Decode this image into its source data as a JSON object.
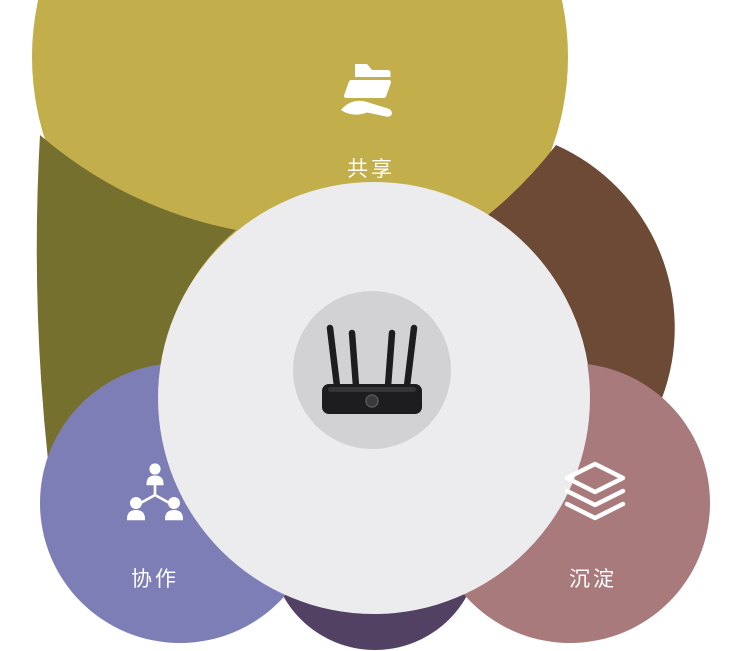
{
  "page": {
    "background": "#ffffff"
  },
  "diagram": {
    "title": "router-capability-flower",
    "center": {
      "icon": "wifi-router-icon"
    },
    "petals": {
      "top": {
        "label": "共享",
        "icon": "share-folder-icon",
        "color": "#c2ae4a"
      },
      "bottom_left": {
        "label": "协作",
        "icon": "collaboration-icon",
        "color": "#7d7eb5"
      },
      "bottom_right": {
        "label": "沉淀",
        "icon": "layers-icon",
        "color": "#a87a7c"
      }
    },
    "junctions": {
      "left": {
        "color": "#75702e"
      },
      "right": {
        "color": "#6d4a36"
      },
      "bottom": {
        "color": "#534163"
      }
    },
    "hub": {
      "color": "#ececee",
      "inner_color": "#d2d2d4"
    },
    "router": {
      "body_color": "#1d1d1f"
    },
    "icon_color": "#ffffff",
    "label_color": "#ffffff"
  }
}
